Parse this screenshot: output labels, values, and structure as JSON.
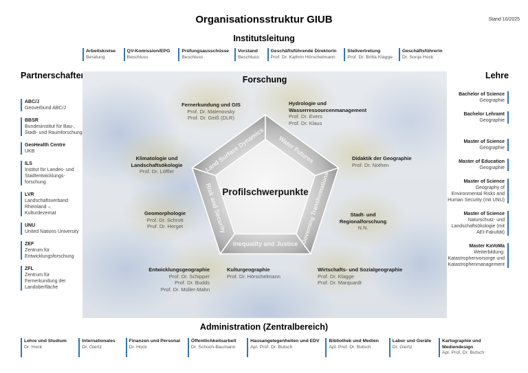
{
  "meta": {
    "title": "Organisationsstruktur GIUB",
    "stand": "Stand 10/2025"
  },
  "colors": {
    "accent": "#2E74B5",
    "ribbon_text": "#f2f2f2"
  },
  "institutsleitung": {
    "heading": "Institutsleitung",
    "boxes": [
      {
        "label": "Arbeitskreise",
        "sub": "Beratung"
      },
      {
        "label": "QV-Komission/EPG",
        "sub": "Beschluss"
      },
      {
        "label": "Prüfungsausschüsse",
        "sub": "Beschluss"
      },
      {
        "label": "Vorstand",
        "sub": "Beschluss"
      },
      {
        "label": "Geschäftsführende Direktorin",
        "sub": "Prof. Dr. Kathrin Hörschelmann"
      },
      {
        "label": "Stellvertretung",
        "sub": "Prof. Dr. Britta Klagge"
      },
      {
        "label": "Geschäftsführerin",
        "sub": "Dr. Sonja Hock"
      }
    ]
  },
  "partnerschaften": {
    "heading": "Partnerschaften",
    "items": [
      {
        "abbr": "ABC/J",
        "desc": "Geoverbund ABC/J"
      },
      {
        "abbr": "BBSR",
        "desc": "Bundesinstitut für Bau-, Stadt- und Raumforschung"
      },
      {
        "abbr": "GeoHealth Centre",
        "desc": "UKB"
      },
      {
        "abbr": "ILS",
        "desc": "Institut für Landes- und Stadtentwicklungs­forschung"
      },
      {
        "abbr": "LVR",
        "desc": "Landschaftsverband Rheinland – Kulturdezernat"
      },
      {
        "abbr": "UNU",
        "desc": "United Nations University"
      },
      {
        "abbr": "ZEF",
        "desc": "Zentrum für Entwicklungsforschung"
      },
      {
        "abbr": "ZFL",
        "desc": "Zentrum für Fernerkundung der Landoberfläche"
      }
    ]
  },
  "lehre": {
    "heading": "Lehre",
    "items": [
      {
        "degree": "Bachelor of Science",
        "desc": "Geographie"
      },
      {
        "degree": "Bachelor Lehramt",
        "desc": "Geographie"
      },
      {
        "degree": "Master of Science",
        "desc": "Geographie"
      },
      {
        "degree": "Master of Education",
        "desc": "Geographie"
      },
      {
        "degree": "Master of Science",
        "desc": "Geography of Environmental Risks and Human Security (mit UNU)"
      },
      {
        "degree": "Master of Science",
        "desc": "Naturschutz- und Landschaftsökologie (mit AEI-Fakultät)"
      },
      {
        "degree": "Master KaVoMa",
        "desc": "Weiterbildung: Katastrophenvorsorge und Katastrophen­management"
      }
    ]
  },
  "forschung": {
    "heading": "Forschung",
    "center_label": "Profilschwerpunkte",
    "ribbon": {
      "top_left": "Land Surface Dynamics",
      "top_right": "Water Futures",
      "right": "Governing Transformations",
      "bottom": "Inequality and Justice",
      "left": "Risk and Security"
    },
    "groups": [
      {
        "title": "Fernerkundung und GIS",
        "persons": [
          "Prof. Dr. Malenovsky",
          "Prof. Dr. Geiß (DLR)"
        ]
      },
      {
        "title": "Hydrologie und Wasserressourcenmanagement",
        "persons": [
          "Prof. Dr. Evers",
          "Prof. Dr. Klaus"
        ]
      },
      {
        "title": "Klimatologie und Landschaftsökologie",
        "persons": [
          "Prof. Dr. Löffler"
        ]
      },
      {
        "title": "Didaktik der Geographie",
        "persons": [
          "Prof. Dr. Nothen"
        ]
      },
      {
        "title": "Geomorphologie",
        "persons": [
          "Prof. Dr. Schrott",
          "Prof. Dr. Herget"
        ]
      },
      {
        "title": "Stadt- und Regionalforschung",
        "persons": [
          "N.N."
        ]
      },
      {
        "title": "Entwicklungsgeographie",
        "persons": [
          "Prof. Dr. Schipper",
          "Prof. Dr. Budds",
          "Prof. Dr. Müller-Mahn"
        ]
      },
      {
        "title": "Kulturgeographie",
        "persons": [
          "Prof. Dr. Hörschelmann"
        ]
      },
      {
        "title": "Wirtschafts- und Sozialgeographie",
        "persons": [
          "Prof. Dr. Klagge",
          "Prof. Dr. Marquardt"
        ]
      }
    ]
  },
  "administration": {
    "heading": "Administration (Zentralbereich)",
    "boxes": [
      {
        "label": "Lehre und Studium",
        "sub": "Dr. Hock"
      },
      {
        "label": "Internationales",
        "sub": "Dr. Giertz"
      },
      {
        "label": "Finanzen und Personal",
        "sub": "Dr. Hock"
      },
      {
        "label": "Öffentlichkeitsarbeit",
        "sub": "Dr. Schoch-Baumann"
      },
      {
        "label": "Hausangelegenheiten und EDV",
        "sub": "Apl. Prof. Dr. Butsch"
      },
      {
        "label": "Bibliothek und Medien",
        "sub": "Apl. Prof. Dr. Butsch"
      },
      {
        "label": "Labor und Geräte",
        "sub": "Dr. Giertz"
      },
      {
        "label": "Kartographie und Mediendesign",
        "sub": "Apl. Prof. Dr. Butsch"
      }
    ]
  }
}
